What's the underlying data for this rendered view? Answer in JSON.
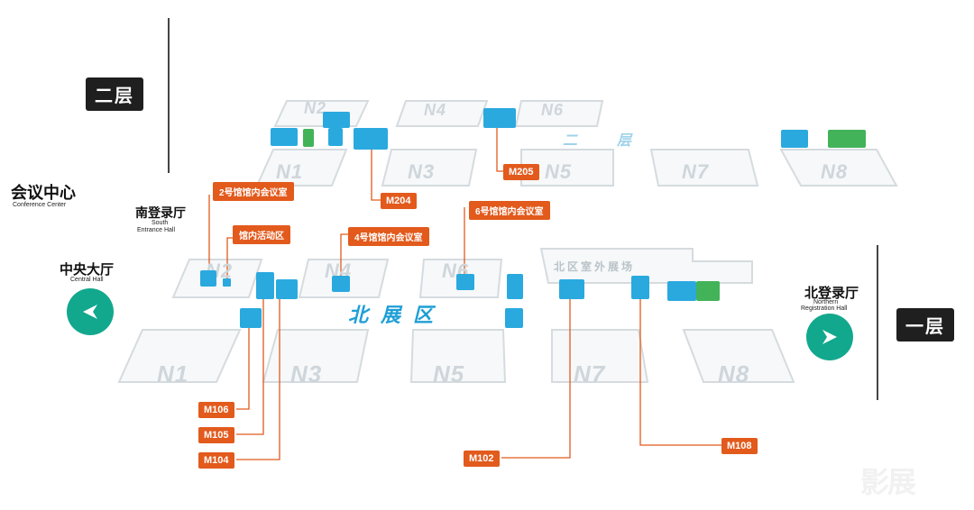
{
  "floors": {
    "upper": "二层",
    "lower": "一层"
  },
  "left_panel": {
    "conference": {
      "title": "会议中心",
      "subtitle": "Conference Center"
    },
    "south_entrance": {
      "title": "南登录厅",
      "subtitle_1": "South",
      "subtitle_2": "Entrance Hall"
    },
    "central_hall": {
      "title": "中央大厅",
      "subtitle": "Central Hall"
    }
  },
  "right_panel": {
    "northern": {
      "title": "北登录厅",
      "subtitle_1": "Northern",
      "subtitle_2": "Registration Hall"
    }
  },
  "upper_halls": [
    "N2",
    "N4",
    "N6",
    "N1",
    "N3",
    "N5",
    "N7",
    "N8"
  ],
  "upper_zone_label": "二层",
  "lower_halls_back": [
    "N2",
    "N4",
    "N6"
  ],
  "lower_halls_front": [
    "N1",
    "N3",
    "N5",
    "N7",
    "N8"
  ],
  "lower_zone_label": "北展区",
  "outdoor_label": "北区室外展场",
  "callouts": {
    "hall2_meeting": "2号馆馆内会议室",
    "activity_area": "馆内活动区",
    "hall4_meeting": "4号馆馆内会议室",
    "hall6_meeting": "6号馆馆内会议室"
  },
  "rooms": {
    "m204": "M204",
    "m205": "M205",
    "m106": "M106",
    "m105": "M105",
    "m104": "M104",
    "m102": "M102",
    "m108": "M108"
  },
  "watermark": "影展",
  "colors": {
    "accent": "#e25a1c",
    "teal": "#12a88d",
    "room_blue": "#2aa9df",
    "room_green": "#43b35a",
    "zone_blue": "#1e9fd6"
  }
}
